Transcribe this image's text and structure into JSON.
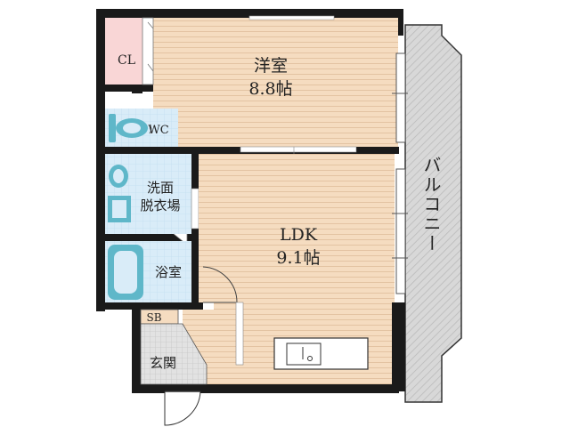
{
  "rooms": {
    "western_room": {
      "name": "洋室",
      "size": "8.8帖"
    },
    "ldk": {
      "name": "LDK",
      "size": "9.1帖"
    },
    "closet": "CL",
    "wc": "WC",
    "washroom_line1": "洗面",
    "washroom_line2": "脱衣場",
    "bathroom": "浴室",
    "shoe_box": "SB",
    "entrance": "玄関",
    "balcony": "バルコニー"
  },
  "colors": {
    "floor_wood": "#f5dcc0",
    "floor_line": "#e3c3a2",
    "closet_fill": "#f9d6d6",
    "wet_area_fill": "#d9ecf8",
    "entrance_fill": "#e2e2e2",
    "balcony_fill": "#d8d8d8",
    "fixture_blue": "#5fb7c9",
    "wall": "#1a1a1a"
  }
}
